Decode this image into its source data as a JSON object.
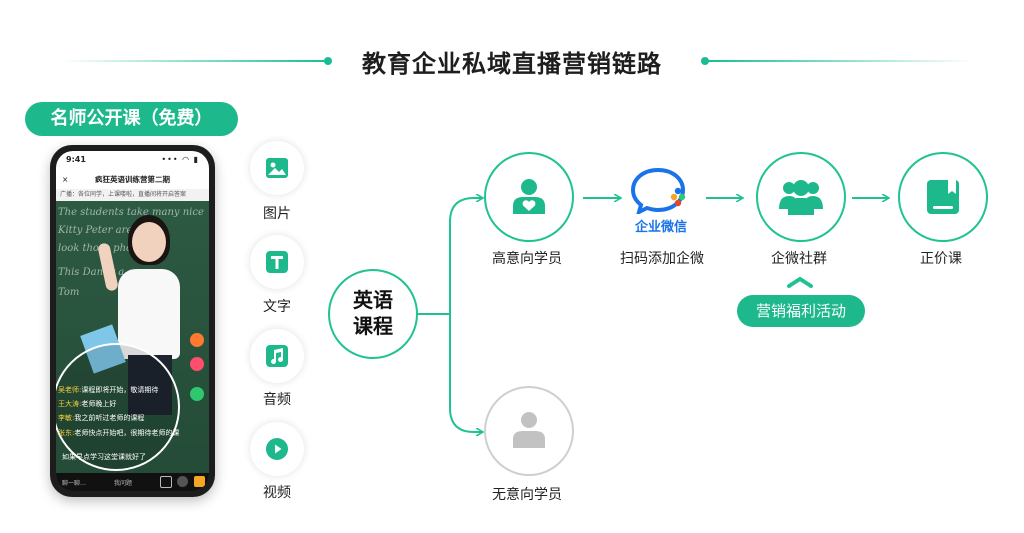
{
  "title": "教育企业私域直播营销链路",
  "course_pill": "名师公开课（免费）",
  "phone": {
    "time": "9:41",
    "signal": "••• ◠ ▮",
    "app_title": "疯狂英语训练营第二期",
    "close": "×",
    "notice": "广播：各位同学，上课喽啦，直播间将开启答案",
    "board_lines": [
      "The students take many nice",
      "Kitty Peter are sh",
      "look those photo",
      "This Danny a cap",
      "Tom"
    ],
    "chats": [
      {
        "name": "吴老师:",
        "text": "课程即将开始，敬请期待"
      },
      {
        "name": "王大涛:",
        "text": "老师晚上好"
      },
      {
        "name": "李敏:",
        "text": "我之前听过老师的课程"
      },
      {
        "name": "张东:",
        "text": "老师快点开始吧，很期待老师的课"
      },
      {
        "name": "",
        "text": "如果早点学习这堂课就好了"
      }
    ],
    "input_placeholder": "聊一聊…",
    "tool_label": "我问题"
  },
  "media": [
    {
      "label": "图片",
      "icon": "image-icon"
    },
    {
      "label": "文字",
      "icon": "text-t-icon"
    },
    {
      "label": "音频",
      "icon": "music-note-icon"
    },
    {
      "label": "视频",
      "icon": "play-icon"
    }
  ],
  "center": {
    "line1": "英语",
    "line2": "课程"
  },
  "nodes": {
    "high_intent": "高意向学员",
    "no_intent": "无意向学员",
    "wecom_logo_text": "企业微信",
    "scan": "扫码添加企微",
    "community": "企微社群",
    "paid": "正价课"
  },
  "activity_pill": "营销福利活动",
  "colors": {
    "accent": "#1db98d",
    "line": "#20c293",
    "gray": "#cfcfcf",
    "wecom_blue": "#1a73e8"
  }
}
